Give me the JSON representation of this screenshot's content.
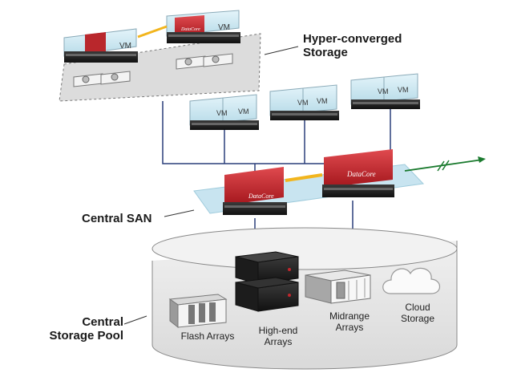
{
  "labels": {
    "hyperconverged": [
      "Hyper-converged",
      "Storage"
    ],
    "central_san": "Central SAN",
    "central_pool": [
      "Central",
      "Storage Pool"
    ]
  },
  "vm_label": "VM",
  "datacore_logo": "DataCore",
  "storage_types": {
    "flash": [
      "Flash Arrays"
    ],
    "highend": [
      "High-end",
      "Arrays"
    ],
    "midrange": [
      "Midrange",
      "Arrays"
    ],
    "cloud": [
      "Cloud",
      "Storage"
    ]
  },
  "colors": {
    "vm_block": "#cfe9f3",
    "datacore_red": "#c1272d",
    "san_plane": "#bfe0ee",
    "sync_link": "#f2b51d",
    "wan_arrow": "#1a7a2e",
    "pool_fill": "#e6e6e6"
  }
}
